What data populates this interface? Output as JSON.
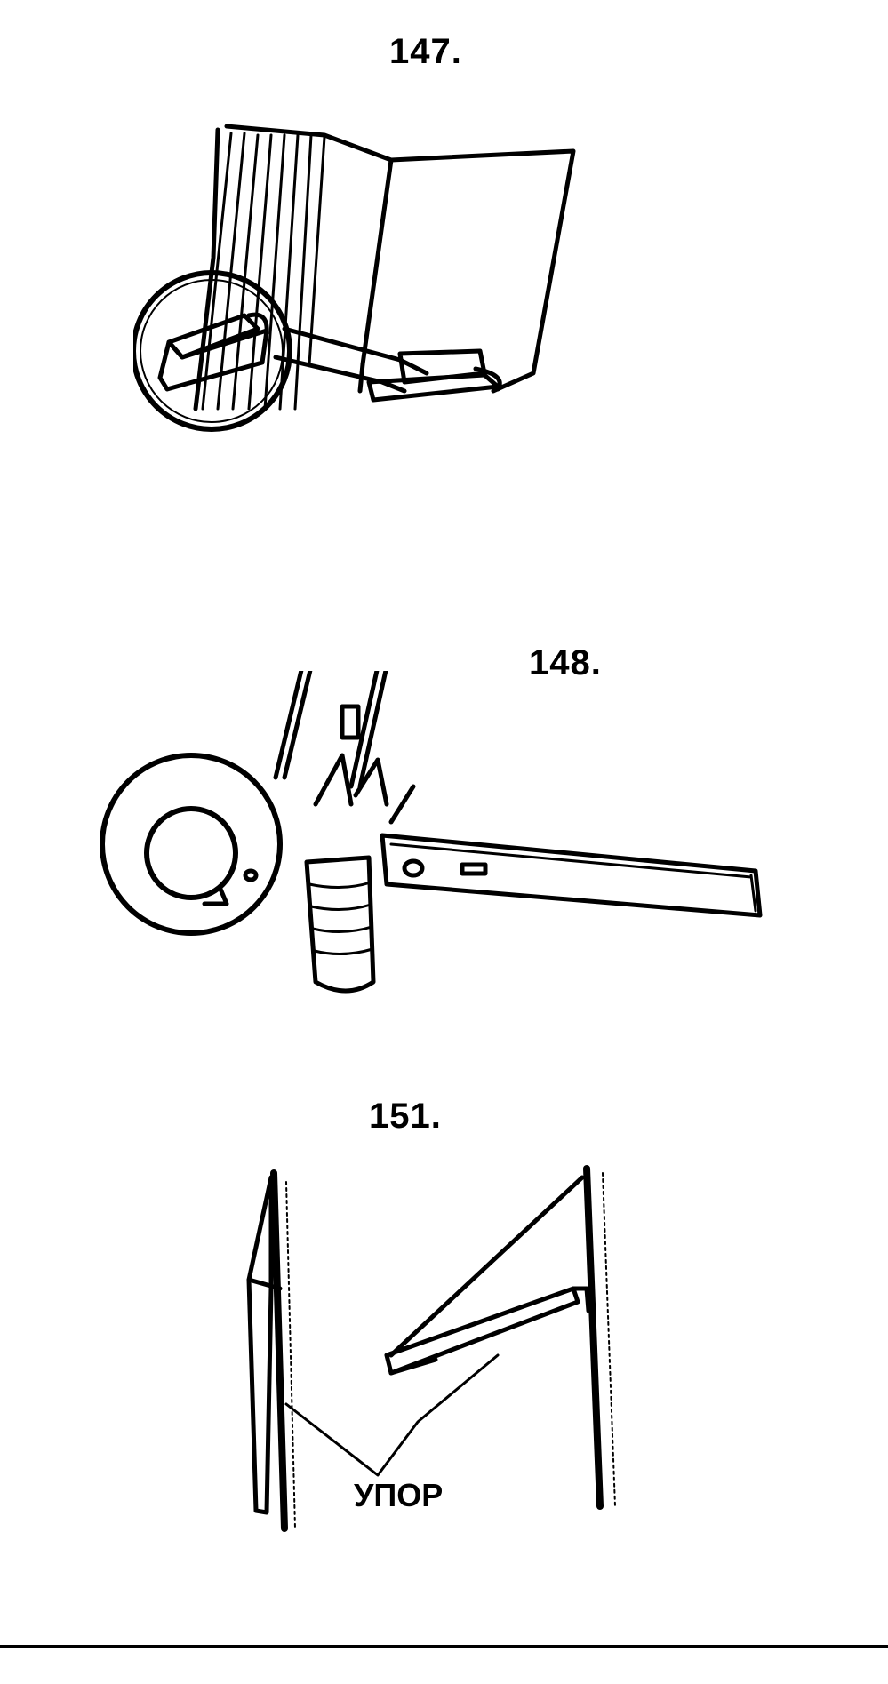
{
  "figures": [
    {
      "number": "147.",
      "icon": "magnifier-book-clip-icon"
    },
    {
      "number": "148.",
      "icon": "compass-instruments-ruler-icon"
    },
    {
      "number": "151.",
      "icon": "wall-shelf-bracket-icon"
    }
  ],
  "labels": {
    "stop": "УПОР"
  },
  "colors": {
    "ink": "#000000",
    "paper": "#ffffff"
  }
}
